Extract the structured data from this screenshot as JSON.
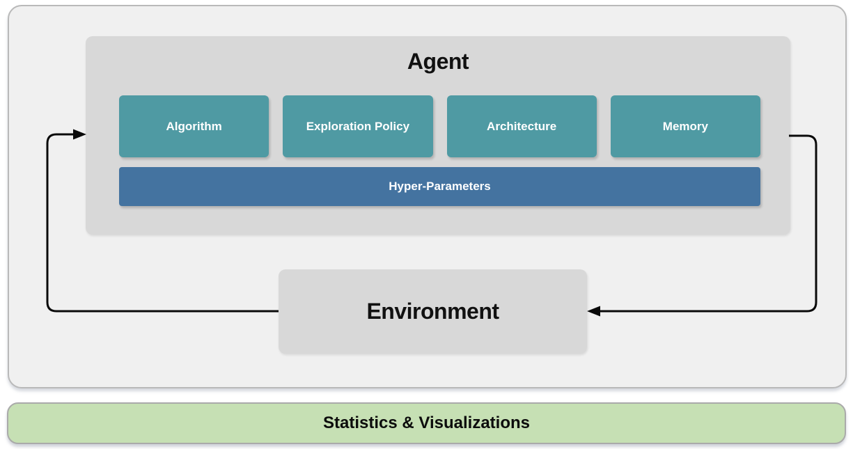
{
  "agent": {
    "title": "Agent",
    "components": [
      "Algorithm",
      "Exploration Policy",
      "Architecture",
      "Memory"
    ],
    "hyper_parameters": "Hyper-Parameters"
  },
  "environment": {
    "label": "Environment"
  },
  "stats_bar": {
    "label": "Statistics & Visualizations"
  },
  "arrows": {
    "environment_to_agent": "left feedback loop (environment output into agent)",
    "agent_to_environment": "right loop (agent action into environment)"
  },
  "colors": {
    "component_teal": "#4f9aa3",
    "hyper_blue": "#4473a0",
    "panel_gray": "#d8d8d8",
    "outer_gray": "#f0f0f0",
    "stats_green": "#c6e0b4",
    "arrow_black": "#0a0a0a"
  }
}
